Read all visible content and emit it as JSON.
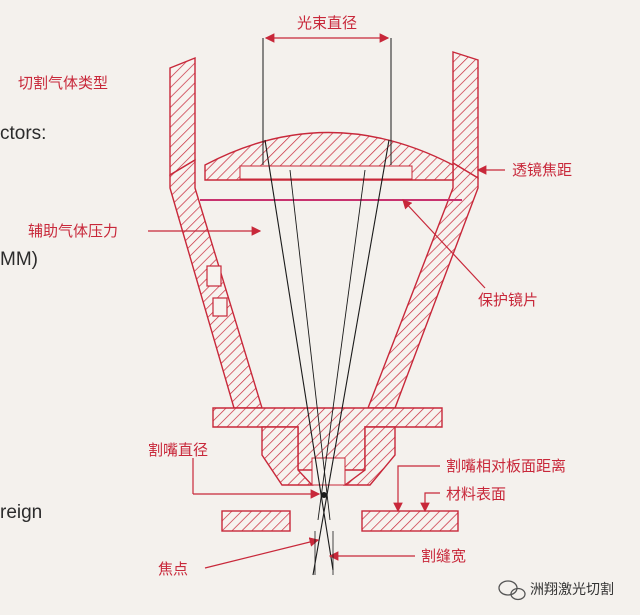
{
  "colors": {
    "background": "#f4f1ed",
    "hatch": "#c8283a",
    "label": "#c8283a",
    "beam_line": "#1a1a1a",
    "protect_lens_line": "#c8326e"
  },
  "labels": {
    "beam_diameter": "光束直径",
    "cutting_gas_type": "切割气体类型",
    "lens_focal_length": "透镜焦距",
    "assist_gas_pressure": "辅助气体压力",
    "protective_lens": "保护镜片",
    "nozzle_diameter": "割嘴直径",
    "nozzle_to_plate_distance": "割嘴相对板面距离",
    "material_surface": "材料表面",
    "focus": "焦点",
    "kerf_width": "割缝宽"
  },
  "left_text_fragments": {
    "ctors": "ctors:",
    "mm": "MM)",
    "reign": "reign"
  },
  "watermark": {
    "icon": "wechat-icon",
    "text": "洲翔激光切割"
  }
}
